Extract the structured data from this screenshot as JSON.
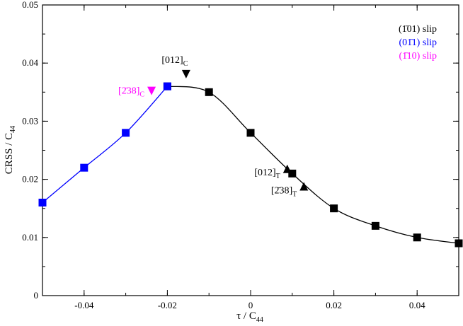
{
  "chart_data": {
    "type": "line",
    "xlabel": "τ / C",
    "xlabel_sub": "44",
    "ylabel": "CRSS / C",
    "ylabel_sub": "44",
    "xlim": [
      -0.05,
      0.05
    ],
    "ylim": [
      0,
      0.05
    ],
    "xticks": [
      -0.04,
      -0.02,
      0,
      0.02,
      0.04
    ],
    "xtick_labels": [
      "-0.04",
      "-0.02",
      "0",
      "0.02",
      "0.04"
    ],
    "yticks": [
      0,
      0.01,
      0.02,
      0.03,
      0.04,
      0.05
    ],
    "ytick_labels": [
      "0",
      "0.01",
      "0.02",
      "0.03",
      "0.04",
      "0.05"
    ],
    "grid": false,
    "legend_position": "top-right",
    "series": [
      {
        "name": "(1̄01) slip",
        "color": "#000000",
        "marker": "square",
        "x": [
          -0.02,
          -0.01,
          0.0,
          0.01,
          0.02,
          0.03,
          0.04,
          0.05
        ],
        "y": [
          0.036,
          0.035,
          0.028,
          0.021,
          0.015,
          0.012,
          0.01,
          0.009
        ]
      },
      {
        "name": "(01̄1) slip",
        "color": "#0000ff",
        "marker": "square",
        "x": [
          -0.05,
          -0.04,
          -0.03,
          -0.02
        ],
        "y": [
          0.016,
          0.022,
          0.028,
          0.036
        ]
      },
      {
        "name": "(1̄10) slip",
        "color": "#ff00ff",
        "marker": "none",
        "x": [],
        "y": []
      }
    ],
    "annotations": [
      {
        "text": "[012]",
        "sub": "C",
        "color": "#000000",
        "marker": "triangle-down",
        "x": -0.0155,
        "y": 0.0381
      },
      {
        "text": "[2̄38]",
        "sub": "C",
        "color": "#ff00ff",
        "marker": "triangle-down",
        "x": -0.0238,
        "y": 0.0352
      },
      {
        "text": "[012]",
        "sub": "T",
        "color": "#000000",
        "marker": "triangle-up",
        "x": 0.0088,
        "y": 0.0218
      },
      {
        "text": "[2̄38]",
        "sub": "T",
        "color": "#000000",
        "marker": "triangle-up",
        "x": 0.0128,
        "y": 0.0188
      }
    ]
  }
}
